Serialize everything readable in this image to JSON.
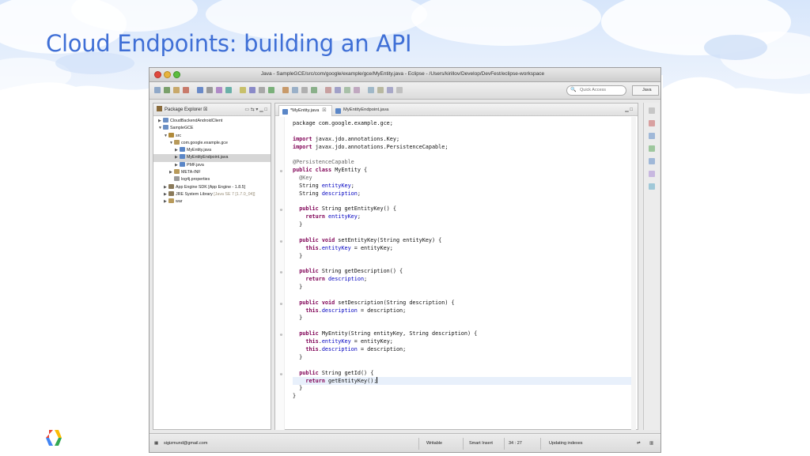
{
  "slide": {
    "title": "Cloud Endpoints: building an API"
  },
  "window": {
    "title": "Java - SampleGCE/src/com/google/example/gce/MyEntity.java - Eclipse - /Users/kirillov/Develop/DevFest/eclipse-workspace"
  },
  "toolbar": {
    "quick_access_placeholder": "Quick Access",
    "perspective_label": "Java"
  },
  "explorer": {
    "title": "Package Explorer",
    "tab_suffix": "☒",
    "items": [
      {
        "label": "CloudBackendAndroidClient",
        "suffix": "",
        "twisty": "▶",
        "indent": 0,
        "selected": false
      },
      {
        "label": "SampleGCE",
        "suffix": "",
        "twisty": "▼",
        "indent": 0,
        "selected": false
      },
      {
        "label": "src",
        "suffix": "",
        "twisty": "▼",
        "indent": 1,
        "selected": false
      },
      {
        "label": "com.google.example.gce",
        "suffix": "",
        "twisty": "▼",
        "indent": 2,
        "selected": false
      },
      {
        "label": "MyEntity.java",
        "suffix": "",
        "twisty": "▶",
        "indent": 3,
        "selected": false
      },
      {
        "label": "MyEntityEndpoint.java",
        "suffix": "",
        "twisty": "▶",
        "indent": 3,
        "selected": true
      },
      {
        "label": "PMF.java",
        "suffix": "",
        "twisty": "▶",
        "indent": 3,
        "selected": false
      },
      {
        "label": "META-INF",
        "suffix": "",
        "twisty": "▶",
        "indent": 2,
        "selected": false
      },
      {
        "label": "log4j.properties",
        "suffix": "",
        "twisty": "",
        "indent": 2,
        "selected": false
      },
      {
        "label": "App Engine SDK [App Engine - 1.8.5]",
        "suffix": "",
        "twisty": "▶",
        "indent": 1,
        "selected": false
      },
      {
        "label": "JRE System Library",
        "suffix": "[Java SE 7 [1.7.0_04]]",
        "twisty": "▶",
        "indent": 1,
        "selected": false
      },
      {
        "label": "war",
        "suffix": "",
        "twisty": "▶",
        "indent": 1,
        "selected": false
      }
    ]
  },
  "editor": {
    "tabs": [
      {
        "label": "*MyEntity.java",
        "close": "☒",
        "active": true
      },
      {
        "label": "MyEntityEndpoint.java",
        "close": "",
        "active": false
      }
    ],
    "lines": [
      [
        {
          "t": "package com.google.example.gce;",
          "c": ""
        }
      ],
      [
        {
          "t": "",
          "c": ""
        }
      ],
      [
        {
          "t": "import",
          "c": "kw"
        },
        {
          "t": " javax.jdo.annotations.Key;",
          "c": ""
        }
      ],
      [
        {
          "t": "import",
          "c": "kw"
        },
        {
          "t": " javax.jdo.annotations.PersistenceCapable;",
          "c": ""
        }
      ],
      [
        {
          "t": "",
          "c": ""
        }
      ],
      [
        {
          "t": "@PersistenceCapable",
          "c": "ann"
        }
      ],
      [
        {
          "t": "public class",
          "c": "kw"
        },
        {
          "t": " MyEntity {",
          "c": ""
        }
      ],
      [
        {
          "t": "  @Key",
          "c": "ann"
        }
      ],
      [
        {
          "t": "  String ",
          "c": ""
        },
        {
          "t": "entityKey",
          "c": "fld"
        },
        {
          "t": ";",
          "c": ""
        }
      ],
      [
        {
          "t": "  String ",
          "c": ""
        },
        {
          "t": "description",
          "c": "fld"
        },
        {
          "t": ";",
          "c": ""
        }
      ],
      [
        {
          "t": "",
          "c": ""
        }
      ],
      [
        {
          "t": "  ",
          "c": ""
        },
        {
          "t": "public",
          "c": "kw"
        },
        {
          "t": " String getEntityKey() {",
          "c": ""
        }
      ],
      [
        {
          "t": "    ",
          "c": ""
        },
        {
          "t": "return",
          "c": "kw"
        },
        {
          "t": " ",
          "c": ""
        },
        {
          "t": "entityKey",
          "c": "fld"
        },
        {
          "t": ";",
          "c": ""
        }
      ],
      [
        {
          "t": "  }",
          "c": ""
        }
      ],
      [
        {
          "t": "",
          "c": ""
        }
      ],
      [
        {
          "t": "  ",
          "c": ""
        },
        {
          "t": "public void",
          "c": "kw"
        },
        {
          "t": " setEntityKey(String entityKey) {",
          "c": ""
        }
      ],
      [
        {
          "t": "    ",
          "c": ""
        },
        {
          "t": "this",
          "c": "kw"
        },
        {
          "t": ".",
          "c": ""
        },
        {
          "t": "entityKey",
          "c": "fld"
        },
        {
          "t": " = entityKey;",
          "c": ""
        }
      ],
      [
        {
          "t": "  }",
          "c": ""
        }
      ],
      [
        {
          "t": "",
          "c": ""
        }
      ],
      [
        {
          "t": "  ",
          "c": ""
        },
        {
          "t": "public",
          "c": "kw"
        },
        {
          "t": " String getDescription() {",
          "c": ""
        }
      ],
      [
        {
          "t": "    ",
          "c": ""
        },
        {
          "t": "return",
          "c": "kw"
        },
        {
          "t": " ",
          "c": ""
        },
        {
          "t": "description",
          "c": "fld"
        },
        {
          "t": ";",
          "c": ""
        }
      ],
      [
        {
          "t": "  }",
          "c": ""
        }
      ],
      [
        {
          "t": "",
          "c": ""
        }
      ],
      [
        {
          "t": "  ",
          "c": ""
        },
        {
          "t": "public void",
          "c": "kw"
        },
        {
          "t": " setDescription(String description) {",
          "c": ""
        }
      ],
      [
        {
          "t": "    ",
          "c": ""
        },
        {
          "t": "this",
          "c": "kw"
        },
        {
          "t": ".",
          "c": ""
        },
        {
          "t": "description",
          "c": "fld"
        },
        {
          "t": " = description;",
          "c": ""
        }
      ],
      [
        {
          "t": "  }",
          "c": ""
        }
      ],
      [
        {
          "t": "",
          "c": ""
        }
      ],
      [
        {
          "t": "  ",
          "c": ""
        },
        {
          "t": "public",
          "c": "kw"
        },
        {
          "t": " MyEntity(String entityKey, String description) {",
          "c": ""
        }
      ],
      [
        {
          "t": "    ",
          "c": ""
        },
        {
          "t": "this",
          "c": "kw"
        },
        {
          "t": ".",
          "c": ""
        },
        {
          "t": "entityKey",
          "c": "fld"
        },
        {
          "t": " = entityKey;",
          "c": ""
        }
      ],
      [
        {
          "t": "    ",
          "c": ""
        },
        {
          "t": "this",
          "c": "kw"
        },
        {
          "t": ".",
          "c": ""
        },
        {
          "t": "description",
          "c": "fld"
        },
        {
          "t": " = description;",
          "c": ""
        }
      ],
      [
        {
          "t": "  }",
          "c": ""
        }
      ],
      [
        {
          "t": "",
          "c": ""
        }
      ],
      [
        {
          "t": "  ",
          "c": ""
        },
        {
          "t": "public",
          "c": "kw"
        },
        {
          "t": " String getId() {",
          "c": ""
        }
      ],
      [
        {
          "t": "    ",
          "c": ""
        },
        {
          "t": "return",
          "c": "kw"
        },
        {
          "t": " getEntityKey();",
          "c": ""
        }
      ],
      [
        {
          "t": "  }",
          "c": ""
        }
      ],
      [
        {
          "t": "}",
          "c": ""
        }
      ]
    ],
    "current_line": 33
  },
  "status": {
    "user": "sigizmund@gmail.com",
    "writable": "Writable",
    "insert_mode": "Smart Insert",
    "position": "34 : 27",
    "task": "Updating indexes"
  },
  "colors": {
    "title_blue": "#3f6fd6",
    "keyword": "#7f0055",
    "field": "#0000c0",
    "annotation": "#646464",
    "google_blue": "#4285f4",
    "google_red": "#ea4335",
    "google_yellow": "#fbbc05",
    "google_green": "#34a853"
  }
}
